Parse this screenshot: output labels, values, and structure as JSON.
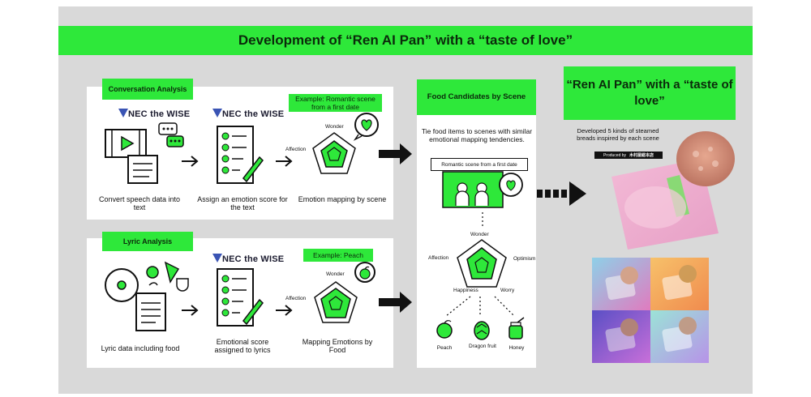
{
  "title": "Development of “Ren AI Pan” with a “taste of love”",
  "conversation": {
    "tag": "Conversation Analysis",
    "example": "Example: Romantic scene from a first date",
    "brand": "NEC the WISE",
    "captions": [
      "Convert speech data into text",
      "Assign an emotion score for the text",
      "Emotion mapping by scene"
    ],
    "radar_labels": {
      "top": "Wonder",
      "left": "Affection"
    }
  },
  "lyric": {
    "tag": "Lyric Analysis",
    "example": "Example: Peach",
    "brand": "NEC the WISE",
    "captions": [
      "Lyric data including food",
      "Emotional score assigned to lyrics",
      "Mapping Emotions by Food"
    ],
    "radar_labels": {
      "top": "Wonder",
      "left": "Affection"
    }
  },
  "food": {
    "tag": "Food Candidates  by Scene",
    "description": "Tie food items to scenes with similar emotional mapping tendencies.",
    "scene_label": "Romantic scene from a first date",
    "radar_labels": {
      "top": "Wonder",
      "left": "Affection",
      "right": "Optimism",
      "bottom_left": "Happiness",
      "bottom_right": "Worry"
    },
    "foods": [
      "Peach",
      "Dragon fruit",
      "Honey"
    ]
  },
  "result": {
    "tag": "“Ren AI Pan” with a “taste of love”",
    "caption": "Developed 5 kinds of steamed breads inspired by each scene",
    "produced_by": "Produced by",
    "maker": "木村屋総本店"
  },
  "colors": {
    "accent": "#2ee83a",
    "frame": "#d9d9d9",
    "ink": "#111111"
  }
}
